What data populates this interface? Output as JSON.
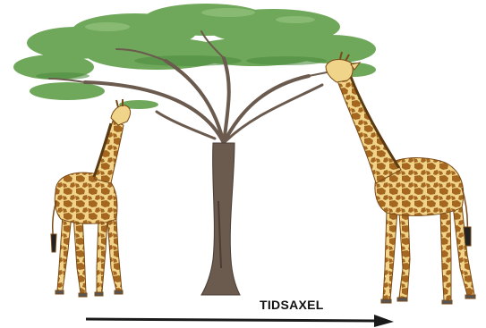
{
  "timeline": {
    "label": "TIDSAXEL",
    "arrow_color": "#1a1a1a"
  },
  "colors": {
    "foliage": "#6fa85a",
    "foliage_dark": "#4f8c3f",
    "foliage_light": "#9ac786",
    "trunk": "#6b5a4e",
    "trunk_dark": "#4a3d35",
    "giraffe_base": "#f0d489",
    "giraffe_patch": "#a5661f",
    "giraffe_outline": "#7a4a17",
    "hoof": "#555555"
  },
  "figures": {
    "tree": "acacia-tree",
    "left_giraffe": "short-neck-giraffe",
    "right_giraffe": "long-neck-giraffe"
  }
}
